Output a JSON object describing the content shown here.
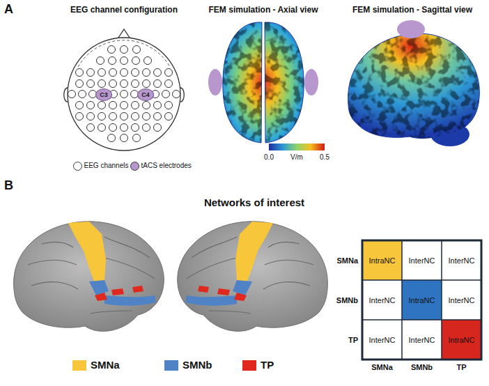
{
  "diagram": {
    "nodes": [
      {
        "text": [
          "C3"
        ]
      },
      {
        "text": [
          "C4"
        ]
      }
    ],
    "labels": [
      "A",
      "EEG channel configuration",
      "FEM simulation - Axial view",
      "FEM simulation - Sagittal view",
      "0.0",
      "V/m",
      "0.5",
      "B",
      "Networks of interest",
      "SMNa",
      "SMNb",
      "TP",
      "IntraNC",
      "InterNC",
      "InterNC",
      "InterNC",
      "IntraNC",
      "InterNC",
      "InterNC",
      "InterNC",
      "IntraNC",
      "SMNa",
      "SMNb",
      "TP"
    ],
    "legend": [
      {
        "text": "EEG channels",
        "color": "#ffffff"
      },
      {
        "text": "tACS electrodes",
        "color": "#b897cf"
      },
      {
        "text": "SMNa",
        "color": "#f8c63a"
      },
      {
        "text": "SMNb",
        "color": "#4f83c6"
      },
      {
        "text": "TP",
        "color": "#e0281f"
      }
    ]
  }
}
